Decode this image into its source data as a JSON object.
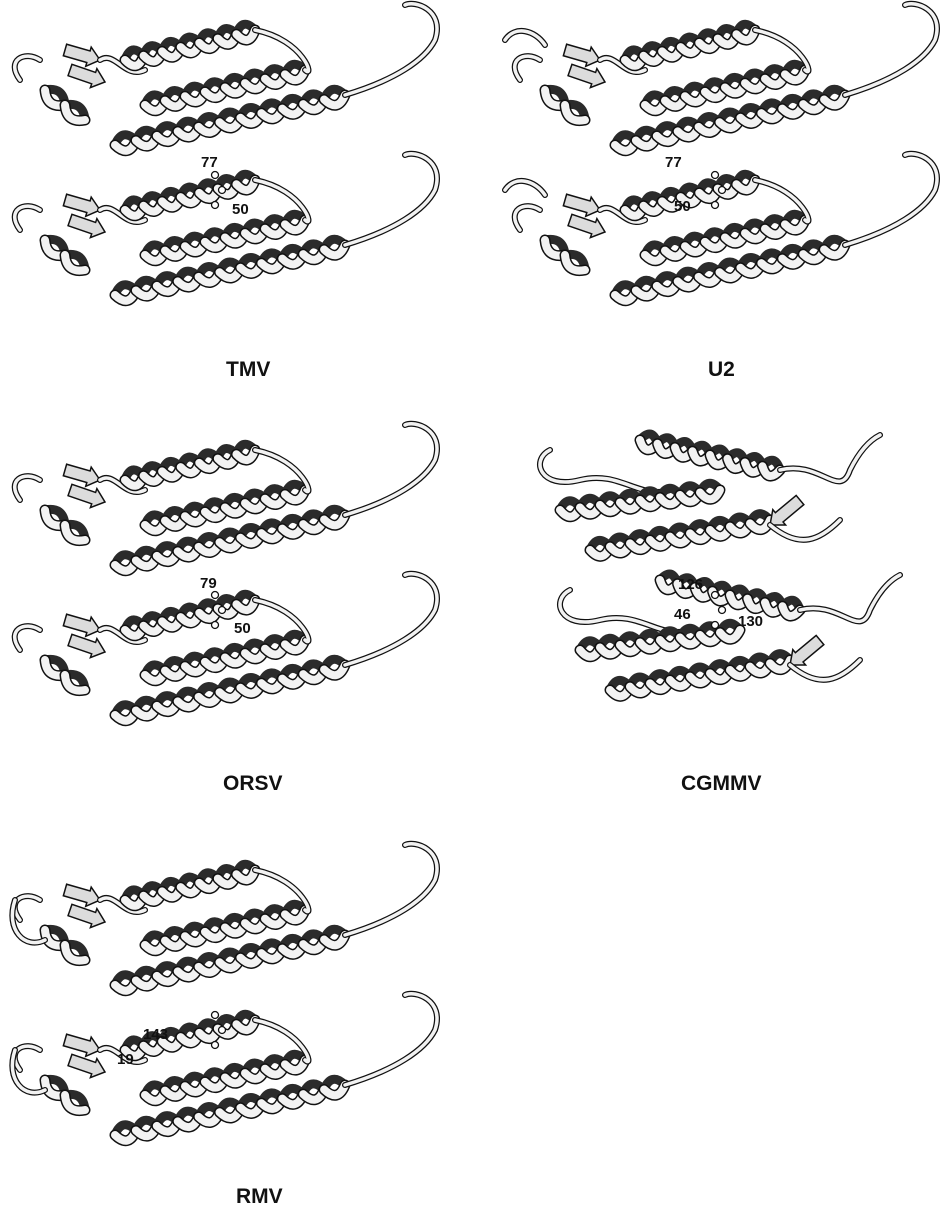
{
  "panels": {
    "tmv": {
      "label": "TMV",
      "residues": [
        "77",
        "50"
      ]
    },
    "u2": {
      "label": "U2",
      "residues": [
        "77",
        "50"
      ]
    },
    "orsv": {
      "label": "ORSV",
      "residues": [
        "79",
        "50"
      ]
    },
    "cgmmv": {
      "label": "CGMMV",
      "residues": [
        "126",
        "46",
        "130"
      ]
    },
    "rmv": {
      "label": "RMV",
      "residues": [
        "143",
        "19"
      ]
    }
  },
  "colors": {
    "ribbon_light": "#f2f2f2",
    "ribbon_dark": "#2b2b2b",
    "outline": "#111111"
  }
}
